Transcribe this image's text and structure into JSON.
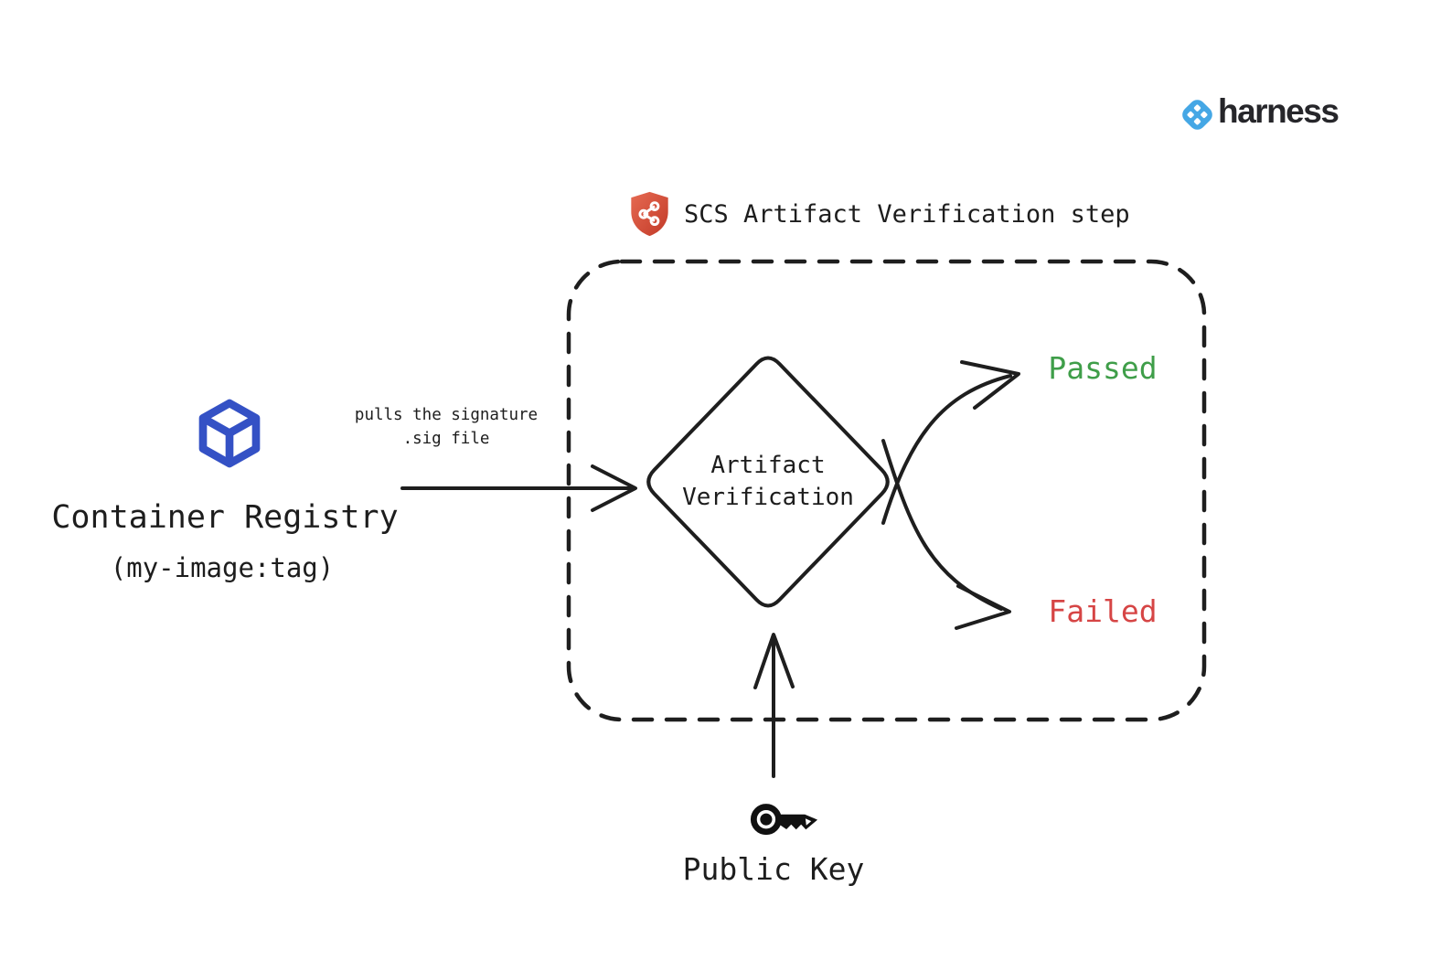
{
  "brand": {
    "name": "harness",
    "logo_color": "#45a7e5",
    "text_color": "#26262a"
  },
  "title": {
    "text": "SCS Artifact Verification step",
    "icon": "scs-shield-icon",
    "icon_color_top": "#e66a52",
    "icon_color_bottom": "#c23a28"
  },
  "container_registry": {
    "label": "Container Registry",
    "sublabel": "(my-image:tag)",
    "icon": "cube-icon",
    "icon_color": "#3451c5"
  },
  "pull_arrow": {
    "label_line1": "pulls the signature",
    "label_line2": ".sig file"
  },
  "verification_node": {
    "label_line1": "Artifact",
    "label_line2": "Verification"
  },
  "outcomes": {
    "passed": {
      "label": "Passed",
      "color": "#3f9e49"
    },
    "failed": {
      "label": "Failed",
      "color": "#d64545"
    }
  },
  "public_key": {
    "label": "Public Key",
    "icon": "key-icon"
  },
  "stroke_color": "#1e1e1e"
}
